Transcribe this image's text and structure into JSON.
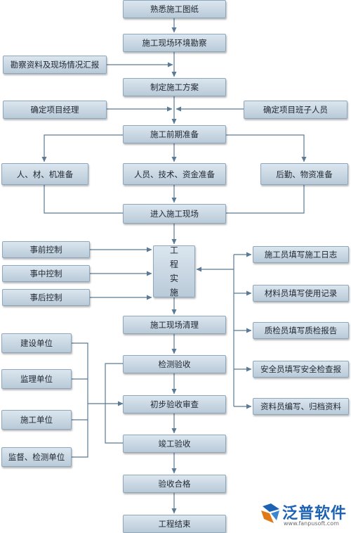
{
  "nodes": {
    "familiar_drawings": "熟悉施工图纸",
    "site_survey": "施工现场环境勘察",
    "survey_report": "勘察资料及现场情况汇报",
    "construction_plan": "制定施工方案",
    "project_manager": "确定项目经理",
    "team_members": "确定项目班子人员",
    "pre_preparation": "施工前期准备",
    "people_material_machine": "人、材、机准备",
    "staff_tech_fund": "人员、技术、资金准备",
    "logistics": "后勤、物资准备",
    "enter_site": "进入施工现场",
    "pre_control": "事前控制",
    "mid_control": "事中控制",
    "post_control": "事后控制",
    "implementation": [
      "工",
      "程",
      "实",
      "施"
    ],
    "log_staff": "施工员填写施工日志",
    "material_staff": "材料员填写使用记录",
    "quality_staff": "质检员填写质检报告",
    "safety_staff": "安全员填写安全检查报",
    "data_staff": "资料员编写、归档资料",
    "site_cleanup": "施工现场清理",
    "inspection": "检测验收",
    "preliminary_review": "初步验收审查",
    "completion_acceptance": "竣工验收",
    "acceptance_passed": "验收合格",
    "project_end": "工程结束",
    "owner_unit": "建设单位",
    "supervision_unit": "监理单位",
    "construction_unit": "施工单位",
    "supervision_testing_unit": "监督、检测单位"
  },
  "logo": {
    "name": "泛普软件",
    "url": "www.fanpusoft.com"
  },
  "colors": {
    "node_fill_top": "#dbe6ef",
    "node_fill_bottom": "#b9cad8",
    "line": "#5a7a95",
    "logo_blue": "#1d62b3"
  }
}
